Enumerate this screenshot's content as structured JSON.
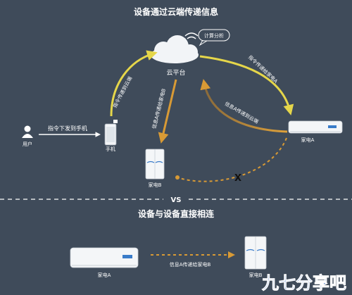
{
  "top_title": "设备通过云端传递信息",
  "bottom_title": "设备与设备直接相连",
  "vs_label": "VS",
  "cloud": {
    "label": "云平台",
    "bubble": "计算分析"
  },
  "user": {
    "label": "用户"
  },
  "phone": {
    "label": "手机"
  },
  "ac_top": {
    "label": "家电A"
  },
  "fridge_top": {
    "label": "家电B"
  },
  "ac_bottom": {
    "label": "家电A"
  },
  "fridge_bottom": {
    "label": "家电B"
  },
  "arrows": {
    "user_to_phone": "指令下发到手机",
    "phone_to_cloud": "指令传递到云端",
    "cloud_to_ac": "指令传递给家电A",
    "ac_to_cloud": "信息A传递到云端",
    "cloud_to_fridge": "信息A传递给家电B",
    "direct": "信息A传递给家电B"
  },
  "blocked_mark": "X",
  "watermark": "九七分享吧",
  "colors": {
    "background": "#3f4b5a",
    "yellow_arrow": "#e5d64a",
    "orange_arrow": "#d89a35",
    "text": "#ffffff",
    "watermark_blue": "#1e55b8"
  }
}
